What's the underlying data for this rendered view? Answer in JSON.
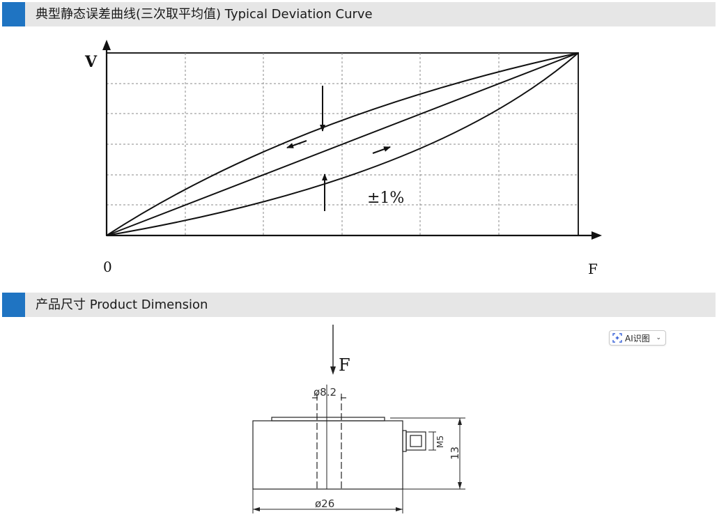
{
  "sections": [
    {
      "title": "典型静态误差曲线(三次取平均值) Typical Deviation Curve"
    },
    {
      "title": "产品尺寸 Product Dimension"
    }
  ],
  "curve": {
    "y_axis_label": "V",
    "x_axis_label": "F",
    "origin_label": "0",
    "tolerance_label": "±1%"
  },
  "dimension": {
    "force_label": "F",
    "inner_diameter": "ø8.2",
    "outer_diameter": "ø26",
    "thread": "M5",
    "height": "13"
  },
  "ai_chip": {
    "label": "AI识图",
    "icon": "ai-scan-icon"
  },
  "colors": {
    "accent": "#1f74c2",
    "bar": "#e6e6e6"
  }
}
